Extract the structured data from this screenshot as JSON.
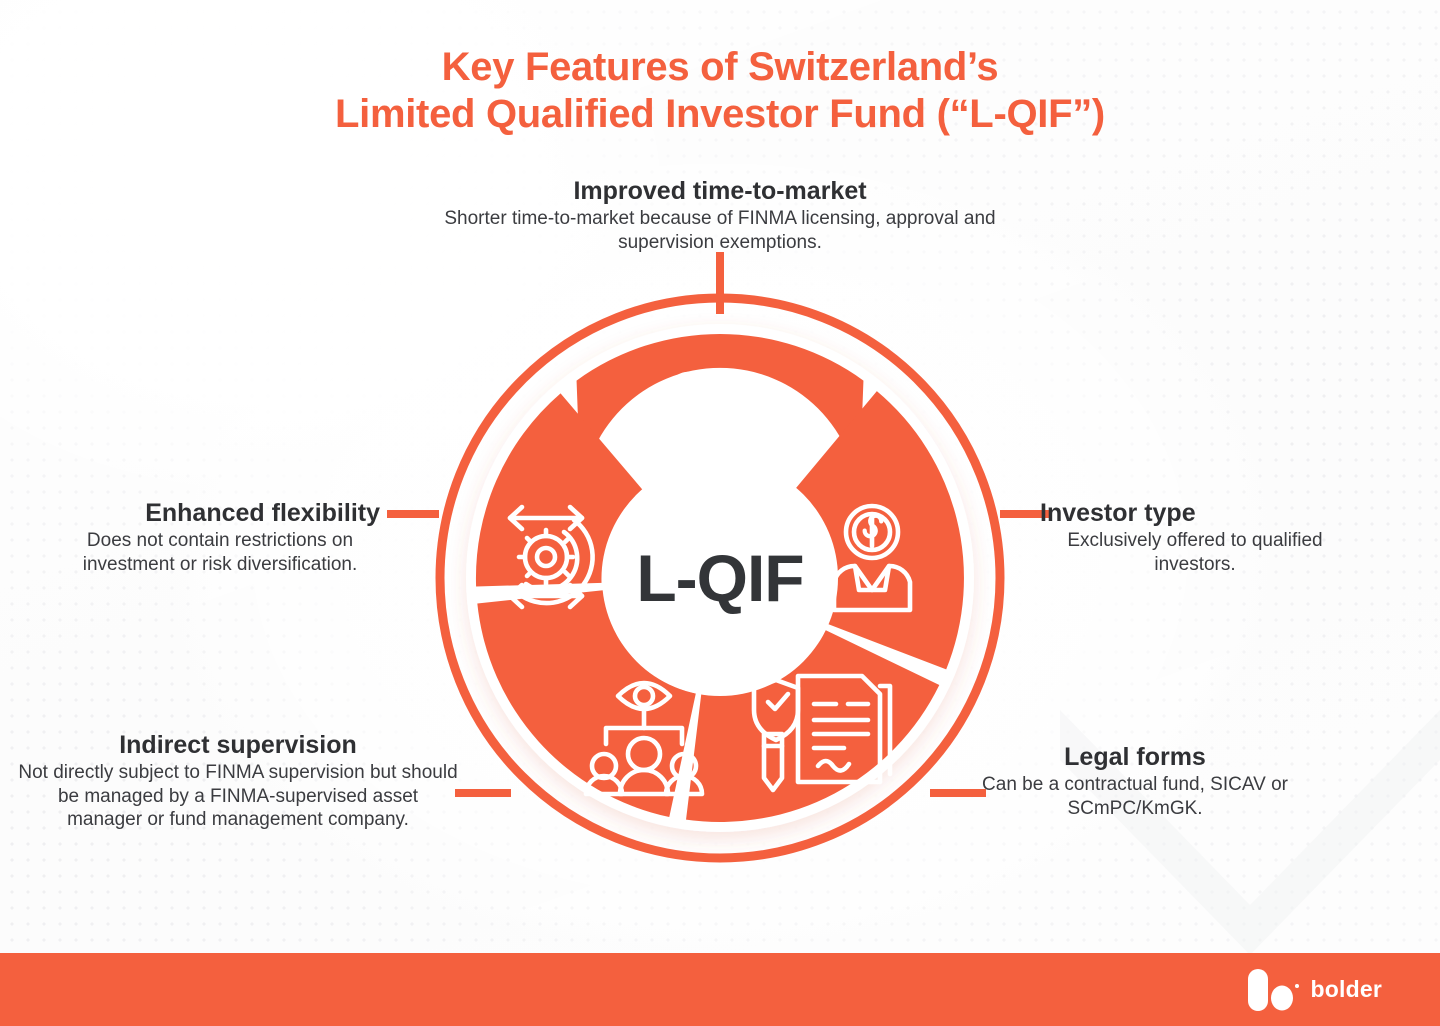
{
  "title": {
    "line1": "Key Features of Switzerland’s",
    "line2": "Limited Qualified Investor Fund (“L-QIF”)"
  },
  "center": {
    "label": "L-QIF"
  },
  "colors": {
    "brand_orange": "#F4603E",
    "heading_dark": "#2F3033",
    "body_dark": "#3B3C40",
    "background": "#FBFBFB",
    "dot_grid": "#E9E9EC"
  },
  "features": [
    {
      "id": "improved-time-to-market",
      "title": "Improved time-to-market",
      "body": "Shorter time-to-market because of FINMA licensing, approval and supervision exemptions.",
      "icon": "clock-growth-chart-icon",
      "position": "top"
    },
    {
      "id": "investor-type",
      "title": "Investor type",
      "body": "Exclusively offered to qualified investors.",
      "icon": "investor-coin-person-icon",
      "position": "right"
    },
    {
      "id": "legal-forms",
      "title": "Legal forms",
      "body": "Can be a contractual fund, SICAV or SCmPC/KmGK.",
      "icon": "shield-document-pencil-icon",
      "position": "bottom-right"
    },
    {
      "id": "indirect-supervision",
      "title": "Indirect supervision",
      "body": "Not directly subject to FINMA supervision but should be managed by a FINMA-supervised asset manager or fund management company.",
      "icon": "eye-hierarchy-people-icon",
      "position": "bottom-left"
    },
    {
      "id": "enhanced-flexibility",
      "title": "Enhanced flexibility",
      "body": "Does not contain restrictions on investment or risk diversification.",
      "icon": "gear-cycle-arrows-icon",
      "position": "left"
    }
  ],
  "footer": {
    "brand": "bolder",
    "logo_mark": "bolder-logo-mark"
  }
}
